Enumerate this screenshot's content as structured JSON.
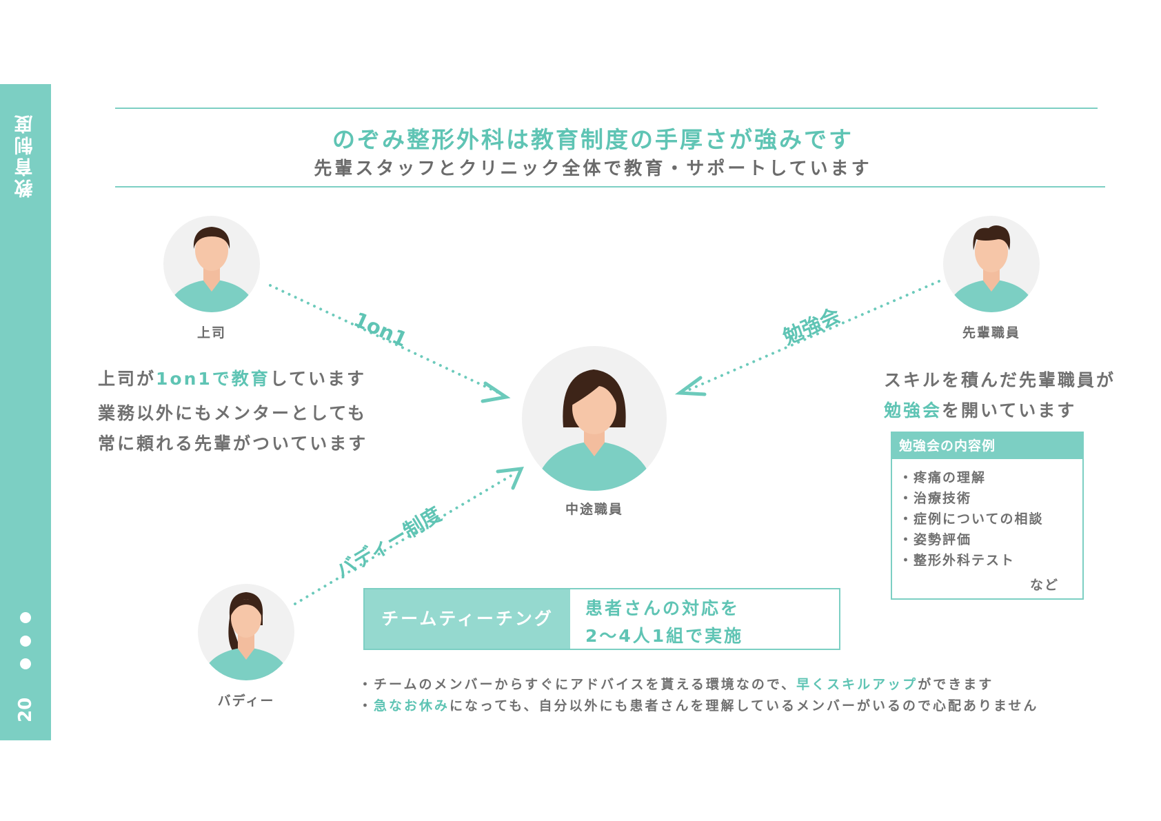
{
  "sidebar": {
    "title": "教育制度",
    "page_number": "20"
  },
  "header": {
    "headline": "のぞみ整形外科は教育制度の手厚さが強みです",
    "subline": "先輩スタッフとクリニック全体で教育・サポートしています"
  },
  "people": {
    "boss": "上司",
    "senior": "先輩職員",
    "midcareer": "中途職員",
    "buddy": "バディー"
  },
  "arrows": {
    "one_on_one": "1on1",
    "study": "勉強会",
    "buddy_system": "バディー制度"
  },
  "left_text": {
    "line1_a": "上司が",
    "line1_b": "1on1で教育",
    "line1_c": "しています",
    "line2": "業務以外にもメンターとしても",
    "line3": "常に頼れる先輩がついています"
  },
  "right_text": {
    "line1": "スキルを積んだ先輩職員が",
    "line2_a": "勉強会",
    "line2_b": "を開いています"
  },
  "study_box": {
    "title": "勉強会の内容例",
    "items": [
      "疼痛の理解",
      "治療技術",
      "症例についての相談",
      "姿勢評価",
      "整形外科テスト"
    ],
    "etc": "など"
  },
  "team": {
    "label": "チームティーチング",
    "line1": "患者さんの対応を",
    "line2": "2〜4人1組で実施"
  },
  "bullets": {
    "b1_a": "チームのメンバーからすぐにアドバイスを貰える環境なので、",
    "b1_b": "早くスキルアップ",
    "b1_c": "ができます",
    "b2_a": "急なお休み",
    "b2_b": "になっても、自分以外にも患者さんを理解しているメンバーがいるので心配ありません"
  },
  "colors": {
    "accent": "#5fc4b4",
    "sidebar": "#7ccfc3",
    "text": "#6b6b6b"
  }
}
